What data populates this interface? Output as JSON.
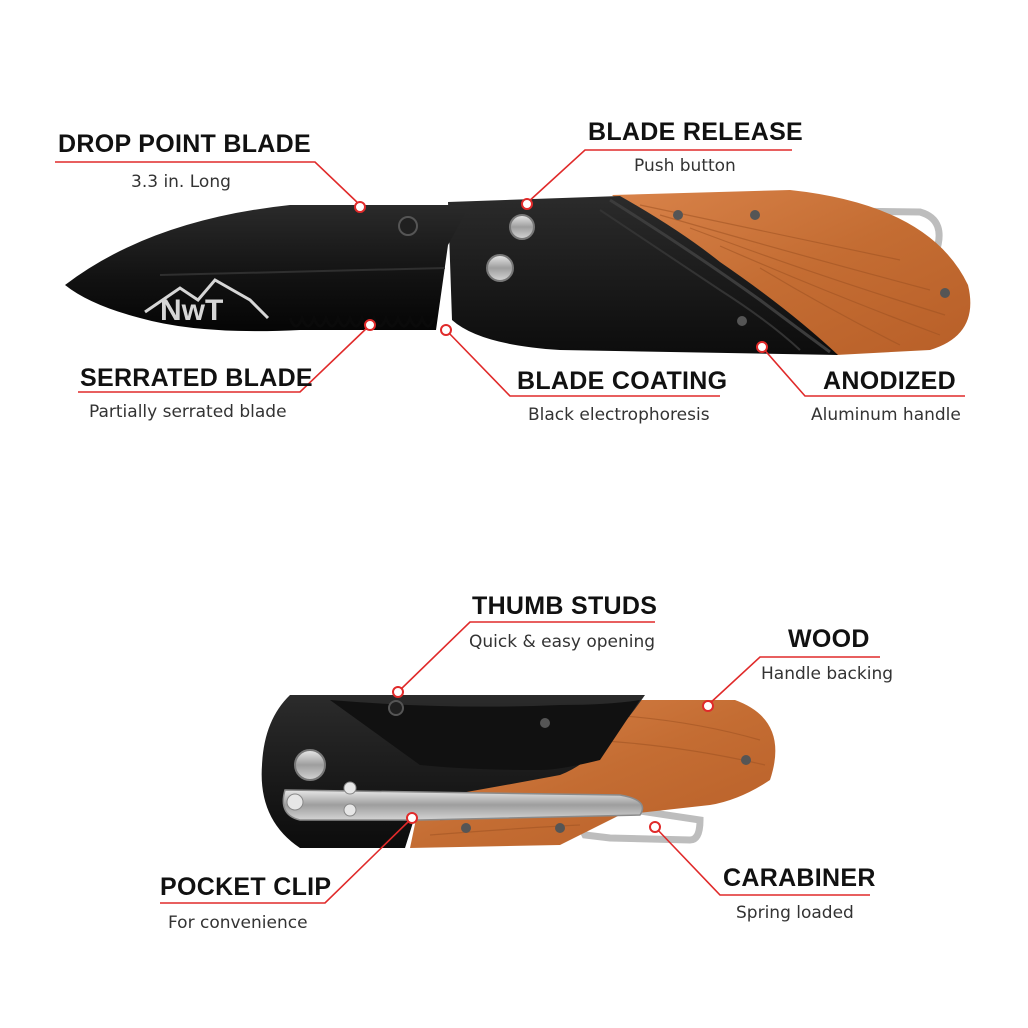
{
  "colors": {
    "accent": "#e02a2a",
    "blade": "#141414",
    "handle": "#1c1c1c",
    "wood": "#c9733a",
    "wood_grain": "#a85a26",
    "steel": "#c8c8c8"
  },
  "brand_engraving": "NwT",
  "callouts": {
    "drop_point_blade": {
      "title": "DROP POINT BLADE",
      "subtitle": "3.3 in. Long"
    },
    "blade_release": {
      "title": "BLADE RELEASE",
      "subtitle": "Push button"
    },
    "serrated_blade": {
      "title": "SERRATED BLADE",
      "subtitle": "Partially serrated blade"
    },
    "blade_coating": {
      "title": "BLADE COATING",
      "subtitle": "Black electrophoresis"
    },
    "anodized": {
      "title": "ANODIZED",
      "subtitle": "Aluminum handle"
    },
    "thumb_studs": {
      "title": "THUMB STUDS",
      "subtitle": "Quick & easy opening"
    },
    "wood": {
      "title": "WOOD",
      "subtitle": "Handle backing"
    },
    "pocket_clip": {
      "title": "POCKET CLIP",
      "subtitle": "For convenience"
    },
    "carabiner": {
      "title": "CARABINER",
      "subtitle": "Spring loaded"
    }
  }
}
